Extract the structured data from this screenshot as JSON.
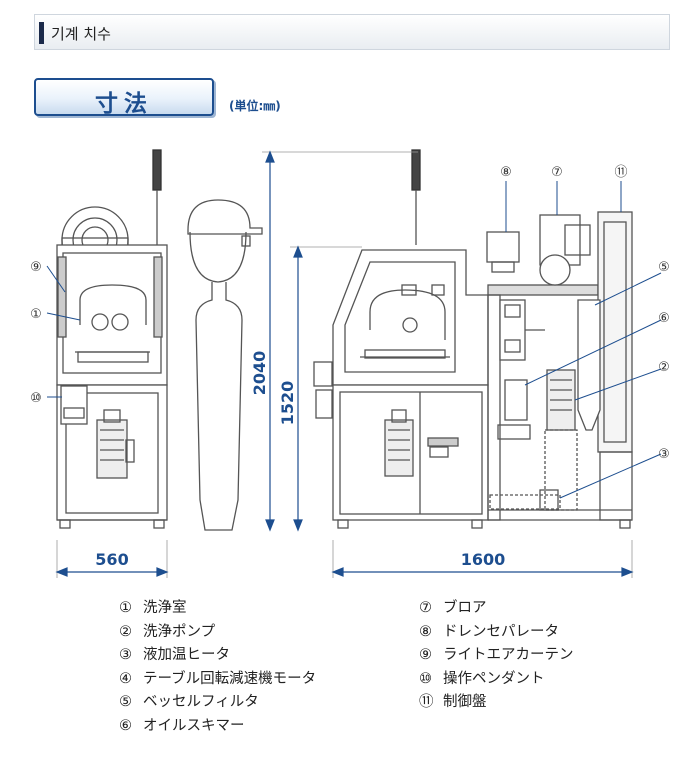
{
  "header": {
    "title": "기계 치수"
  },
  "dimension_box": {
    "title": "寸法",
    "unit": "(単位:㎜)"
  },
  "dimensions": {
    "height_total": "2040",
    "height_body": "1520",
    "width_front": "560",
    "width_side": "1600"
  },
  "callouts": [
    "①",
    "②",
    "③",
    "⑤",
    "⑥",
    "⑦",
    "⑧",
    "⑨",
    "⑩",
    "⑪"
  ],
  "legend": {
    "left": [
      {
        "num": "①",
        "label": "洗浄室"
      },
      {
        "num": "②",
        "label": "洗浄ポンプ"
      },
      {
        "num": "③",
        "label": "液加温ヒータ"
      },
      {
        "num": "④",
        "label": "テーブル回転減速機モータ"
      },
      {
        "num": "⑤",
        "label": "ベッセルフィルタ"
      },
      {
        "num": "⑥",
        "label": "オイルスキマー"
      }
    ],
    "right": [
      {
        "num": "⑦",
        "label": "ブロア"
      },
      {
        "num": "⑧",
        "label": "ドレンセパレータ"
      },
      {
        "num": "⑨",
        "label": "ライトエアカーテン"
      },
      {
        "num": "⑩",
        "label": "操作ペンダント"
      },
      {
        "num": "⑪",
        "label": "制御盤"
      }
    ]
  },
  "colors": {
    "line": "#555555",
    "dimension": "#1d4e8f",
    "frame": "#666666"
  }
}
